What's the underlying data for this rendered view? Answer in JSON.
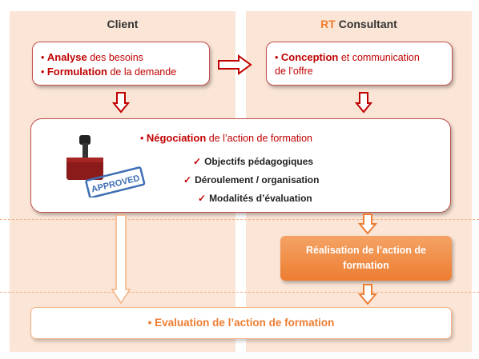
{
  "columns": {
    "left_title": "Client",
    "right_title_accent": "RT",
    "right_title_rest": " Consultant"
  },
  "client_box": {
    "line1_bold": "Analyse",
    "line1_rest": " des besoins",
    "line2_bold": "Formulation",
    "line2_rest": " de la demande"
  },
  "consultant_box": {
    "line1_bold": "Conception",
    "line1_rest": " et communication",
    "line2": "de l’offre"
  },
  "negotiation": {
    "title_bold": "Négociation",
    "title_rest": " de l’action de formation",
    "checks": [
      "Objectifs pédagogiques",
      "Déroulement / organisation",
      "Modalités d’évaluation"
    ],
    "stamp_text": "APPROVED"
  },
  "realisation": {
    "line1": "Réalisation de l’action de",
    "line2": "formation"
  },
  "evaluation": {
    "label": "Evaluation de l’action de formation"
  },
  "colors": {
    "accent_red": "#c00000",
    "accent_orange": "#ed7d31",
    "column_bg": "#fbe5d6"
  }
}
